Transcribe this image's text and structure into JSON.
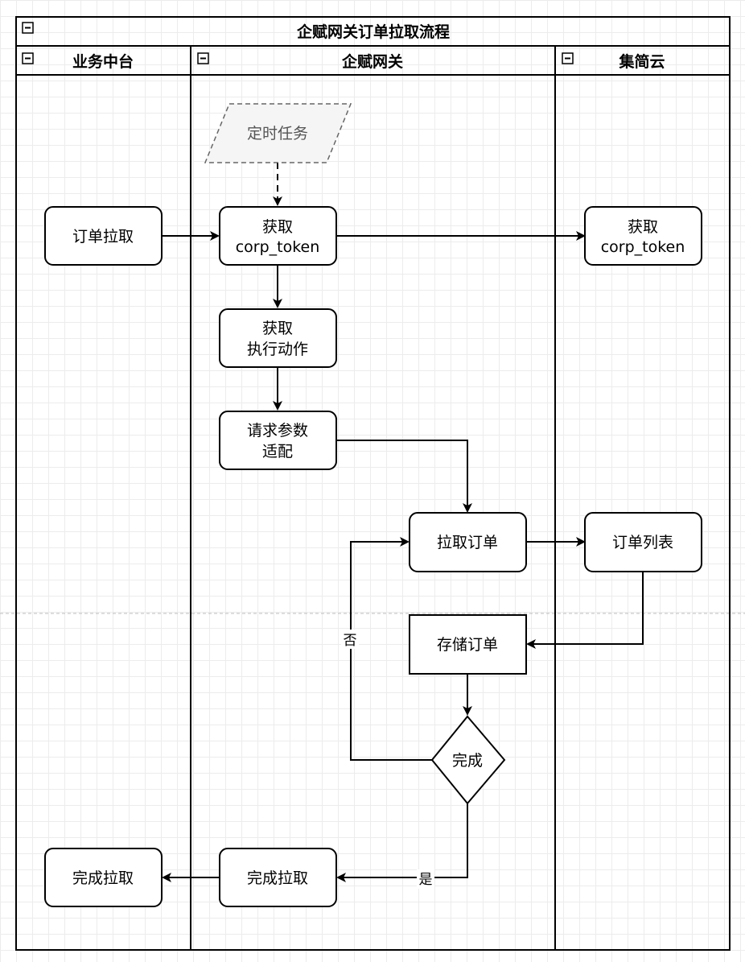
{
  "pool": {
    "title": "企赋网关订单拉取流程"
  },
  "lanes": [
    {
      "id": "biz",
      "title": "业务中台"
    },
    {
      "id": "gateway",
      "title": "企赋网关"
    },
    {
      "id": "jijian",
      "title": "集简云"
    }
  ],
  "nodes": {
    "scheduled_task": {
      "label": "定时任务"
    },
    "biz_order_pull": {
      "label": "订单拉取"
    },
    "gw_get_token": {
      "line1": "获取",
      "line2": "corp_token"
    },
    "jj_get_token": {
      "line1": "获取",
      "line2": "corp_token"
    },
    "gw_get_action": {
      "line1": "获取",
      "line2": "执行动作"
    },
    "gw_param_adapt": {
      "line1": "请求参数",
      "line2": "适配"
    },
    "gw_pull_order": {
      "label": "拉取订单"
    },
    "jj_order_list": {
      "label": "订单列表"
    },
    "gw_store_order": {
      "label": "存储订单"
    },
    "gw_done_decision": {
      "label": "完成"
    },
    "gw_finish_pull": {
      "label": "完成拉取"
    },
    "biz_finish_pull": {
      "label": "完成拉取"
    }
  },
  "edges": {
    "no_label": "否",
    "yes_label": "是"
  },
  "colors": {
    "stroke": "#000000",
    "task_fill": "#f5f5f5",
    "task_stroke": "#666666"
  }
}
